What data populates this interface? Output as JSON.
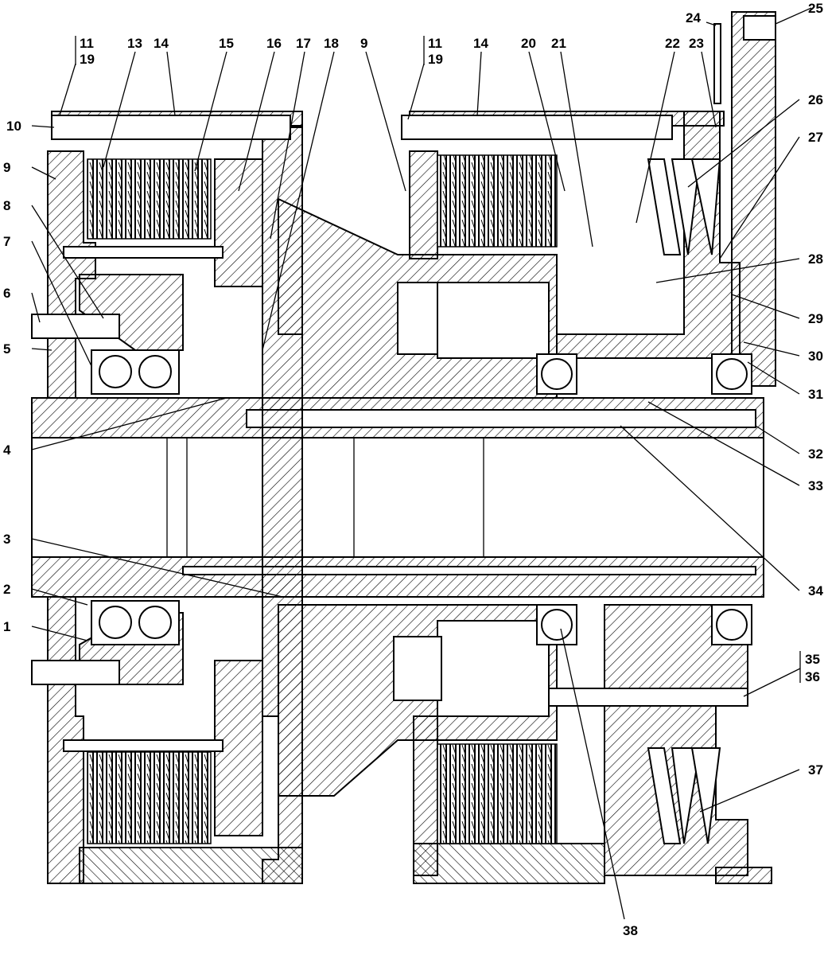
{
  "drawing": {
    "type": "sectional assembly drawing",
    "callouts": {
      "top_left_pair": [
        "11",
        "19"
      ],
      "top_mid_pair": [
        "11",
        "19"
      ],
      "right_pair": [
        "35",
        "36"
      ],
      "top": [
        "13",
        "14",
        "15",
        "16",
        "17",
        "18",
        "9",
        "14",
        "20",
        "21",
        "22",
        "23",
        "24",
        "25"
      ],
      "left": [
        "10",
        "9",
        "8",
        "7",
        "6",
        "5",
        "4",
        "3",
        "2",
        "1"
      ],
      "right": [
        "26",
        "27",
        "28",
        "29",
        "30",
        "31",
        "32",
        "33",
        "34",
        "37"
      ],
      "bottom": [
        "38"
      ]
    }
  }
}
